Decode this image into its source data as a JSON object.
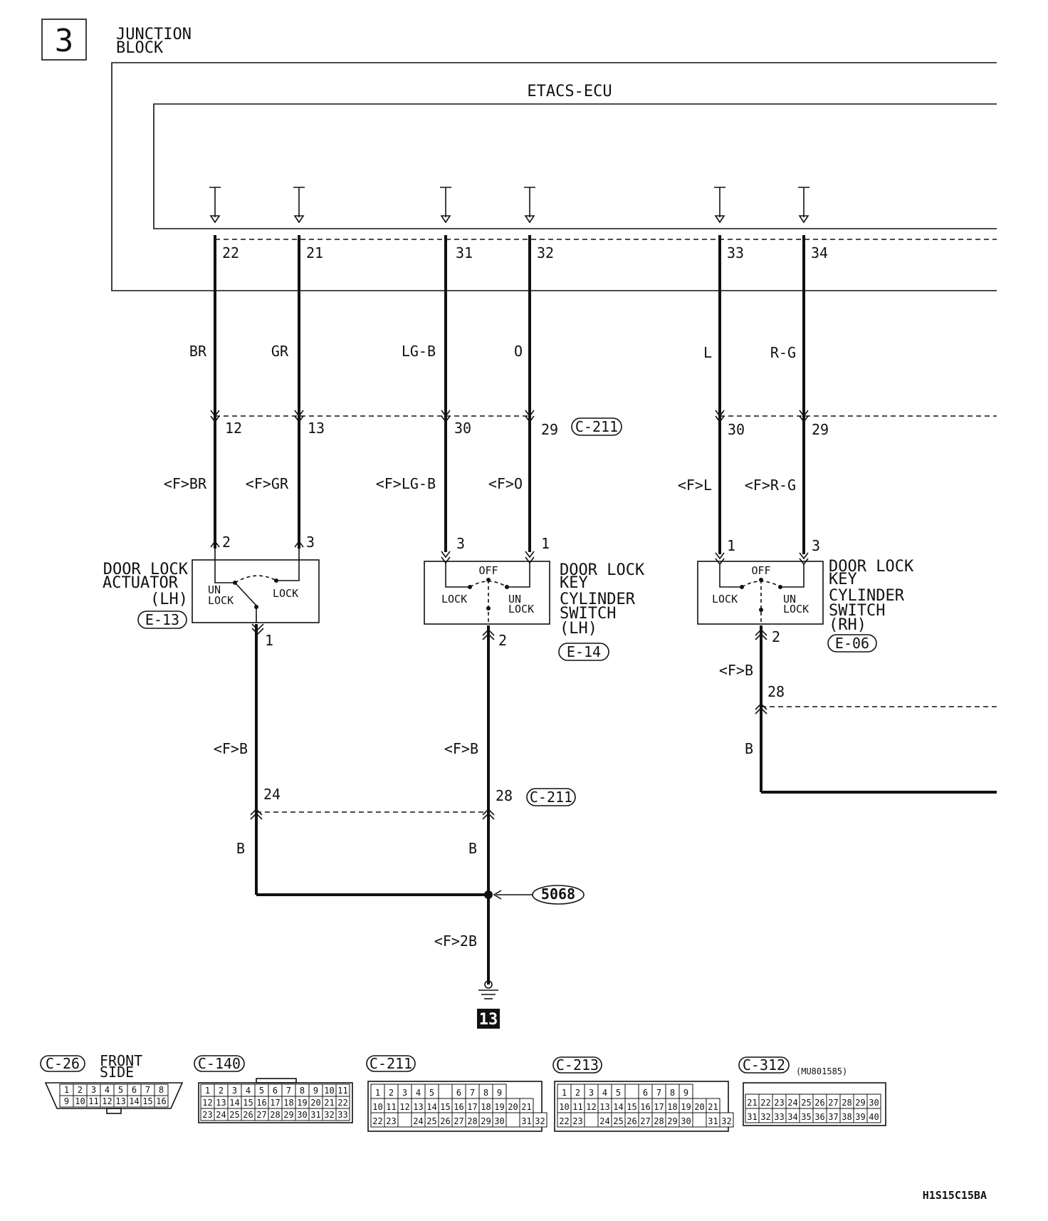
{
  "header": {
    "page_number": "3",
    "title_line1": "JUNCTION",
    "title_line2": "BLOCK"
  },
  "ecu": {
    "label": "ETACS-ECU"
  },
  "ecu_terminals": [
    "22",
    "21",
    "31",
    "32",
    "33",
    "34"
  ],
  "wire_colors": [
    "BR",
    "GR",
    "LG-B",
    "O",
    "L",
    "R-G"
  ],
  "c211_pins_upper": [
    "12",
    "13",
    "30",
    "29",
    "30",
    "29"
  ],
  "connector_c211": "C-211",
  "floor_wire_colors": [
    "<F>BR",
    "<F>GR",
    "<F>LG-B",
    "<F>O",
    "<F>L",
    "<F>R-G"
  ],
  "component_pins_upper": [
    "2",
    "3",
    "3",
    "1",
    "1",
    "3"
  ],
  "actuator_lh": {
    "line1": "DOOR LOCK",
    "line2": "ACTUATOR",
    "line3": "(LH)",
    "connector": "E-13",
    "unlock_1": "UN",
    "unlock_2": "LOCK",
    "lock": "LOCK",
    "pin_bottom": "1"
  },
  "switch_lh": {
    "line1": "DOOR LOCK",
    "line2": "KEY",
    "line3": "CYLINDER",
    "line4": "SWITCH",
    "line5": "(LH)",
    "connector": "E-14",
    "off": "OFF",
    "lock": "LOCK",
    "unlock_1": "UN",
    "unlock_2": "LOCK",
    "pin_bottom": "2"
  },
  "switch_rh": {
    "line1": "DOOR LOCK",
    "line2": "KEY",
    "line3": "CYLINDER",
    "line4": "SWITCH",
    "line5": "(RH)",
    "connector": "E-06",
    "off": "OFF",
    "lock": "LOCK",
    "unlock_1": "UN",
    "unlock_2": "LOCK",
    "pin_bottom": "2"
  },
  "lower_wires": {
    "left_floor": "<F>B",
    "mid_floor": "<F>B",
    "right_floor": "<F>B",
    "left_pin": "24",
    "mid_pin": "28",
    "mid_connector": "C-211",
    "right_pin": "28",
    "left_body": "B",
    "mid_body": "B",
    "right_body": "B",
    "splice": "5068",
    "ground_wire": "<F>2B",
    "ground_point": "13"
  },
  "connectors": [
    {
      "id": "C-26",
      "note_line1": "FRONT",
      "note_line2": "SIDE",
      "rows": [
        [
          "1",
          "2",
          "3",
          "4",
          "5",
          "6",
          "7",
          "8"
        ],
        [
          "9",
          "10",
          "11",
          "12",
          "13",
          "14",
          "15",
          "16"
        ]
      ]
    },
    {
      "id": "C-140",
      "rows": [
        [
          "1",
          "2",
          "3",
          "4",
          "5",
          "6",
          "7",
          "8",
          "9",
          "10",
          "11"
        ],
        [
          "12",
          "13",
          "14",
          "15",
          "16",
          "17",
          "18",
          "19",
          "20",
          "21",
          "22"
        ],
        [
          "23",
          "24",
          "25",
          "26",
          "27",
          "28",
          "29",
          "30",
          "31",
          "32",
          "33"
        ]
      ]
    },
    {
      "id": "C-211",
      "rows": [
        [
          "1",
          "2",
          "3",
          "4",
          "5",
          "",
          "6",
          "7",
          "8",
          "9"
        ],
        [
          "10",
          "11",
          "12",
          "13",
          "14",
          "15",
          "16",
          "17",
          "18",
          "19",
          "20",
          "21"
        ],
        [
          "22",
          "23",
          "",
          "24",
          "25",
          "26",
          "27",
          "28",
          "29",
          "30",
          "",
          "31",
          "32"
        ]
      ]
    },
    {
      "id": "C-213",
      "rows": [
        [
          "1",
          "2",
          "3",
          "4",
          "5",
          "",
          "6",
          "7",
          "8",
          "9"
        ],
        [
          "10",
          "11",
          "12",
          "13",
          "14",
          "15",
          "16",
          "17",
          "18",
          "19",
          "20",
          "21"
        ],
        [
          "22",
          "23",
          "",
          "24",
          "25",
          "26",
          "27",
          "28",
          "29",
          "30",
          "",
          "31",
          "32"
        ]
      ]
    },
    {
      "id": "C-312",
      "note_line1": "(MU801585)",
      "rows": [
        [
          "21",
          "22",
          "23",
          "24",
          "25",
          "26",
          "27",
          "28",
          "29",
          "30"
        ],
        [
          "31",
          "32",
          "33",
          "34",
          "35",
          "36",
          "37",
          "38",
          "39",
          "40"
        ]
      ]
    }
  ],
  "footer_code": "H1S15C15BA"
}
